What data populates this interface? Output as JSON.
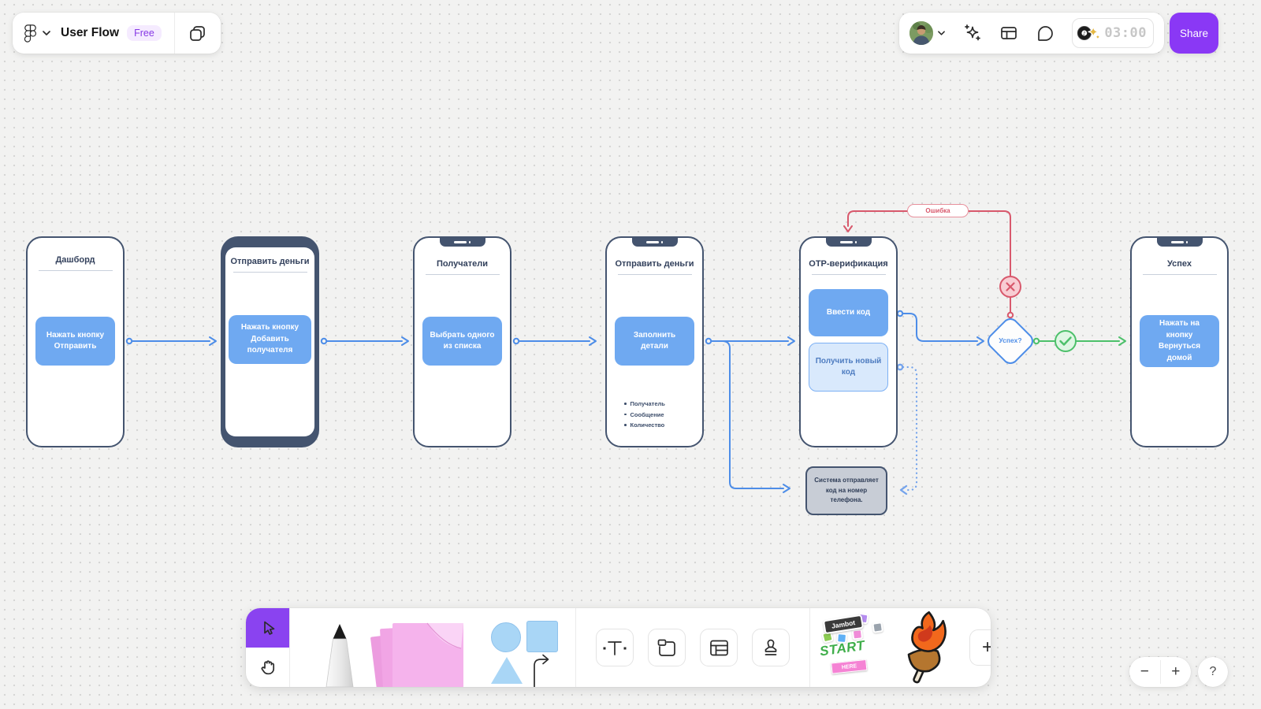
{
  "header": {
    "file_name": "User Flow",
    "plan_badge": "Free",
    "timer_value": "03:00",
    "share_label": "Share"
  },
  "canvas": {
    "phones": [
      {
        "title": "Дашборд",
        "style": "plain",
        "buttons": [
          {
            "label": "Нажать кнопку Отправить",
            "variant": "solid"
          }
        ]
      },
      {
        "title": "Отправить деньги",
        "style": "dark-frame",
        "buttons": [
          {
            "label": "Нажать кнопку Добавить получателя",
            "variant": "solid"
          }
        ]
      },
      {
        "title": "Получатели",
        "style": "notch",
        "buttons": [
          {
            "label": "Выбрать одного из списка",
            "variant": "solid"
          }
        ]
      },
      {
        "title": "Отправить деньги",
        "style": "notch",
        "buttons": [
          {
            "label": "Заполнить детали",
            "variant": "solid"
          }
        ],
        "bullets": [
          "Получатель",
          "Сообщение",
          "Количество"
        ]
      },
      {
        "title": "OTP-верификация",
        "style": "notch",
        "buttons": [
          {
            "label": "Ввести код",
            "variant": "solid"
          },
          {
            "label": "Получить новый код",
            "variant": "outline"
          }
        ]
      },
      {
        "title": "Успех",
        "style": "notch",
        "buttons": [
          {
            "label": "Нажать на кнопку Вернуться домой",
            "variant": "solid"
          }
        ]
      }
    ],
    "decision_label": "Успех?",
    "error_label": "Ошибка",
    "system_note": "Система отправляет код на номер телефона."
  },
  "stickers": {
    "jambot_label": "Jambot",
    "jambot_start": "START",
    "jambot_here": "HERE"
  },
  "zoom_controls": {
    "zoom_out": "−",
    "zoom_in": "+",
    "help": "?"
  },
  "colors": {
    "flow_blue": "#4D8DE8",
    "flow_red": "#D8586C",
    "flow_green": "#4CC06A",
    "slate": "#44546F",
    "button_blue": "#6FA9F1",
    "accent_purple": "#8A38F5",
    "select_tool_purple": "#8A43F0",
    "canvas_bg": "#F2F2F1"
  }
}
